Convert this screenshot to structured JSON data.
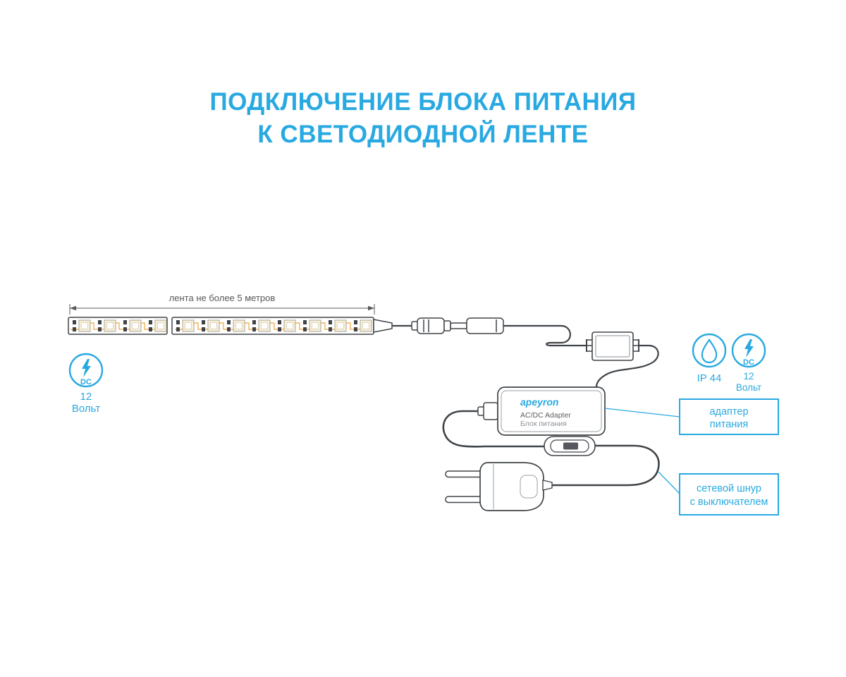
{
  "title": {
    "line1": "ПОДКЛЮЧЕНИЕ БЛОКА ПИТАНИЯ",
    "line2": "К СВЕТОДИОДНОЙ ЛЕНТЕ"
  },
  "colors": {
    "accent": "#29A9E1",
    "line_art": "#404448",
    "dimension_text": "#58595b",
    "trace": "#F2A43C"
  },
  "strip": {
    "dimension_label": "лента не более 5 метров"
  },
  "badges": {
    "left_dc": {
      "icon": "lightning-dc-icon",
      "abbr": "DC",
      "value": "12",
      "unit": "Вольт"
    },
    "ip44": {
      "icon": "water-drop-icon",
      "label": "IP 44"
    },
    "right_dc": {
      "icon": "lightning-dc-icon",
      "abbr": "DC",
      "value": "12",
      "unit": "Вольт"
    }
  },
  "adapter": {
    "brand": "apeyron",
    "type_label": "AC/DC Adapter",
    "name_label": "Блок питания"
  },
  "callouts": {
    "adapter": {
      "line1": "адаптер",
      "line2": "питания"
    },
    "cord": {
      "line1": "сетевой шнур",
      "line2": "с выключателем"
    }
  }
}
